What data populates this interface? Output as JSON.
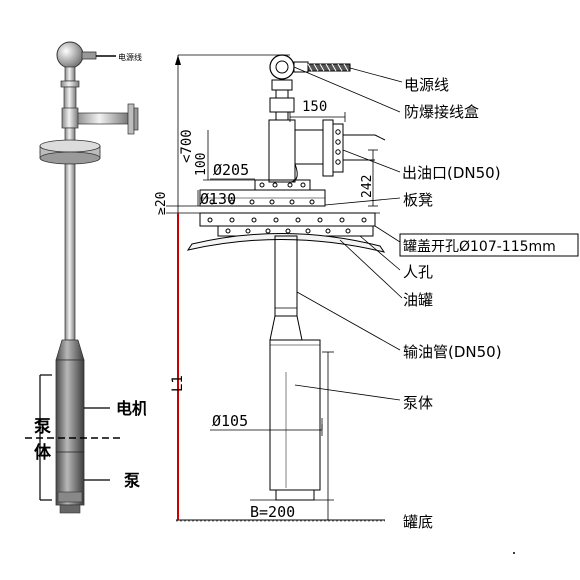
{
  "left_view": {
    "power_line": "电源线",
    "pump_body": "泵体",
    "motor_partial": "电机",
    "pump_partial": "泵"
  },
  "right_view": {
    "labels": {
      "power_line": "电源线",
      "junction_box": "防爆接线盒",
      "oil_outlet": "出油口(DN50)",
      "bench_plate": "板凳",
      "tank_lid_hole": "罐盖开孔Ø107-115mm",
      "manhole": "人孔",
      "oil_tank": "油罐",
      "oil_pipe": "输油管(DN50)",
      "pump_body": "泵体",
      "tank_bottom": "罐底"
    },
    "dimensions": {
      "d700": "<700",
      "d150": "150",
      "d100": "100",
      "d205": "Ø205",
      "d242": "242",
      "d130": "Ø130",
      "d20": "≥20",
      "dL1": "L1",
      "d105": "Ø105",
      "dB": "B=200"
    }
  },
  "colors": {
    "line": "#000000",
    "pipe_fill": "#cfcfcf",
    "dark_fill": "#6e6e6e",
    "red_dim": "#cc0000"
  }
}
